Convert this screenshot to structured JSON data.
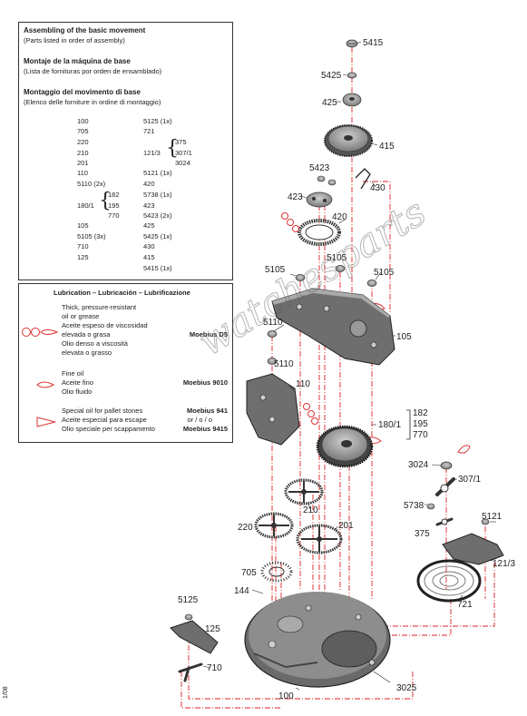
{
  "assembly": {
    "title_en": "Assembling of the basic movement",
    "sub_en": "(Parts listed in order of assembly)",
    "title_es": "Montaje de la máquina de base",
    "sub_es": "(Lista de fornituras por orden de ensamblado)",
    "title_it": "Montaggio del movimento di base",
    "sub_it": "(Elenco delle forniture in ordine di montaggio)",
    "col1": [
      "100",
      "705",
      "220",
      "210",
      "201",
      "110",
      "5110 (2x)",
      "182",
      "195",
      "770",
      "105",
      "5105 (3x)",
      "710",
      "125"
    ],
    "col1_group_label": "180/1",
    "col2": [
      "5125 (1x)",
      "721",
      "375",
      "307/1",
      "3024",
      "5121 (1x)",
      "420",
      "5738 (1x)",
      "423",
      "5423 (2x)",
      "425",
      "5425 (1x)",
      "430",
      "415",
      "5415 (1x)"
    ],
    "col2_group_label": "121/3"
  },
  "lubrication": {
    "title": "Lubrication – Lubricación – Lubrificazione",
    "items": [
      {
        "lines": [
          "Thick, pressure-resistant",
          "oil or grease",
          "Aceite espeso de viscosidad",
          "elevada o grasa",
          "Olio denso a viscosità",
          "elevata o grasso"
        ],
        "brand": "Moebius D5"
      },
      {
        "lines": [
          "Fine oil",
          "Aceite fino",
          "Olio fluido"
        ],
        "brand": "Moebius 9010"
      },
      {
        "lines": [
          "Special oil for pallet stones",
          "Aceite especial para escape",
          "Olio speciale per scappamento"
        ],
        "brand_lines": [
          "Moebius 941",
          "or / o / o",
          "Moebius 9415"
        ]
      }
    ]
  },
  "diagram": {
    "part_labels": [
      "5415",
      "5425",
      "425",
      "415",
      "5423",
      "430",
      "423",
      "420",
      "5105",
      "5105",
      "105",
      "5110",
      "5110",
      "110",
      "180/1",
      "3024",
      "307/1",
      "5738",
      "375",
      "5121",
      "121/3",
      "721",
      "210",
      "201",
      "220",
      "705",
      "144",
      "5125",
      "125",
      "710",
      "100",
      "3025"
    ],
    "group_180": [
      "182",
      "195",
      "770"
    ]
  },
  "watermark": "watchesparts",
  "side_note": "1/08"
}
